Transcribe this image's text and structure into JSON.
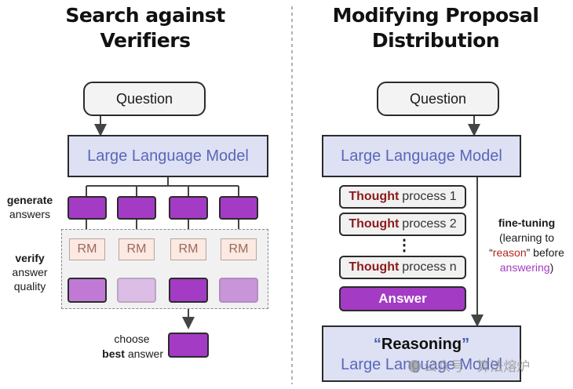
{
  "left": {
    "title_line1": "Search against",
    "title_line2": "Verifiers",
    "question": "Question",
    "llm": "Large Language Model",
    "generate_bold": "generate",
    "generate_rest": "answers",
    "verify_bold": "verify",
    "verify_line2": "answer",
    "verify_line3": "quality",
    "rm_labels": [
      "RM",
      "RM",
      "RM",
      "RM"
    ],
    "choose_line1": "choose",
    "choose_bold": "best",
    "choose_rest": " answer"
  },
  "right": {
    "title_line1": "Modifying Proposal",
    "title_line2": "Distribution",
    "question": "Question",
    "llm": "Large Language Model",
    "thoughts": [
      {
        "bold": "Thought",
        "rest": "process 1"
      },
      {
        "bold": "Thought",
        "rest": "process 2"
      },
      {
        "bold": "Thought",
        "rest": "process n"
      }
    ],
    "ellipsis": "⋮",
    "answer": "Answer",
    "ft_bold": "fine-tuning",
    "ft_line2": "(learning to",
    "ft_quote_open": "“",
    "ft_reason": "reason",
    "ft_quote_close": "” before",
    "ft_answering": "answering",
    "ft_close": ")",
    "reasoning_open": "“",
    "reasoning_word": "Reasoning",
    "reasoning_close": "”",
    "reasoning_line2": "Large Language Model"
  },
  "watermark": "公众号 · 算法熔炉",
  "colors": {
    "llm_fill": "#dde1f3",
    "llm_text": "#5a67b9",
    "answer_purple": "#a33bc4",
    "thought_red": "#8c1a1a",
    "rm_fill": "#fbe9e2"
  }
}
